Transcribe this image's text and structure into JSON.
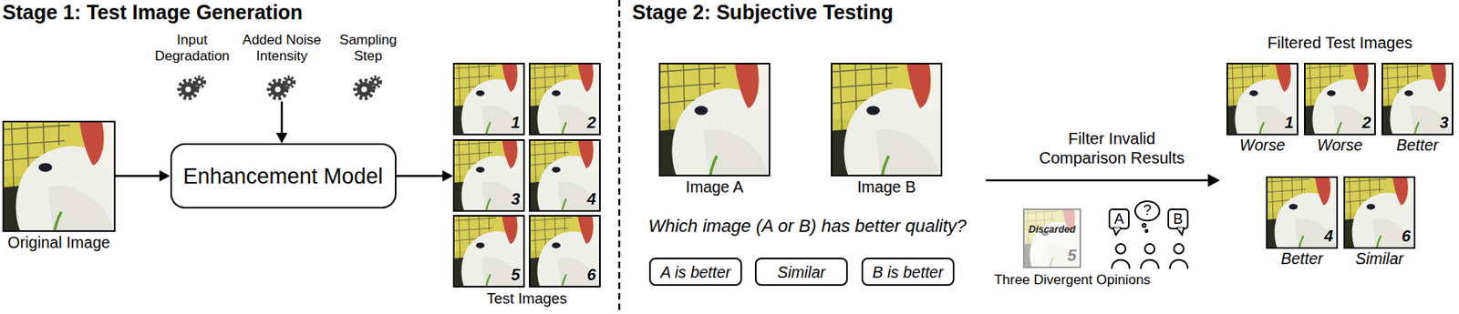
{
  "diagram": {
    "nodes": [
      {
        "text": [
          "Input Degradation"
        ]
      },
      {
        "text": [
          "Added Noise Intensity"
        ]
      },
      {
        "text": [
          "Sampling Step"
        ]
      },
      {
        "text": [
          "Original Image"
        ]
      },
      {
        "text": [
          "Enhancement Model"
        ]
      },
      {
        "text": [
          "Test Images"
        ]
      },
      {
        "text": [
          "1"
        ],
        "in": 5
      },
      {
        "text": [
          "2"
        ],
        "in": 5
      },
      {
        "text": [
          "3"
        ],
        "in": 5
      },
      {
        "text": [
          "4"
        ],
        "in": 5
      },
      {
        "text": [
          "5"
        ],
        "in": 5
      },
      {
        "text": [
          "6"
        ],
        "in": 5
      },
      {
        "text": [
          "Image A"
        ]
      },
      {
        "text": [
          "Image B"
        ]
      },
      {
        "text": [
          "A is better"
        ]
      },
      {
        "text": [
          "Similar"
        ]
      },
      {
        "text": [
          "B is better"
        ]
      },
      {
        "text": [
          "Discarded",
          "5"
        ]
      },
      {
        "text": [
          "Filtered Test Images"
        ]
      },
      {
        "text": [
          "1",
          "Worse"
        ],
        "in": 18
      },
      {
        "text": [
          "2",
          "Worse"
        ],
        "in": 18
      },
      {
        "text": [
          "3",
          "Better"
        ],
        "in": 18
      },
      {
        "text": [
          "4",
          "Better"
        ],
        "in": 18
      },
      {
        "text": [
          "6",
          "Similar"
        ],
        "in": 18
      }
    ],
    "edges": [
      {
        "from": 3,
        "to": 4,
        "arrow": "to"
      },
      {
        "from": 1,
        "to": 4,
        "arrow": "to"
      },
      {
        "from": 4,
        "to": 5,
        "arrow": "to"
      }
    ],
    "labels": [
      "Stage 1: Test Image Generation",
      "Stage 2: Subjective Testing",
      "Which image (A or B) has better quality?",
      "Filter Invalid Comparison Results",
      "A",
      "?",
      "B",
      "Three Divergent Opinions"
    ]
  }
}
